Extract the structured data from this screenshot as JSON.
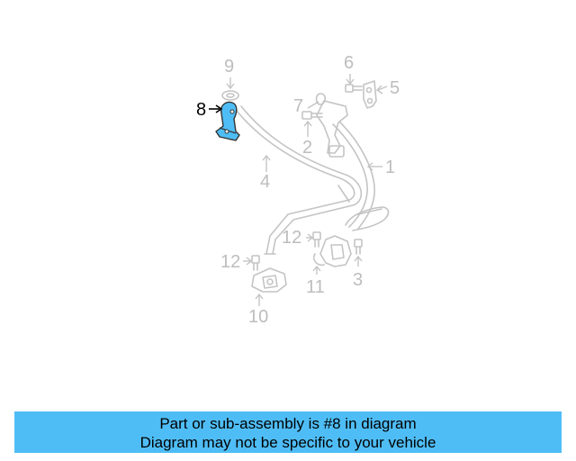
{
  "diagram": {
    "highlight_color": "#4fbdf5",
    "highlighted_part": "8",
    "callouts": {
      "c1": "1",
      "c2": "2",
      "c3": "3",
      "c4": "4",
      "c5": "5",
      "c6": "6",
      "c7": "7",
      "c8": "8",
      "c9": "9",
      "c10": "10",
      "c11": "11",
      "c12a": "12",
      "c12b": "12"
    }
  },
  "banner": {
    "line1": "Part or sub-assembly is #8 in diagram",
    "line2": "Diagram may not be specific to your vehicle",
    "background": "#4fbdf5"
  }
}
